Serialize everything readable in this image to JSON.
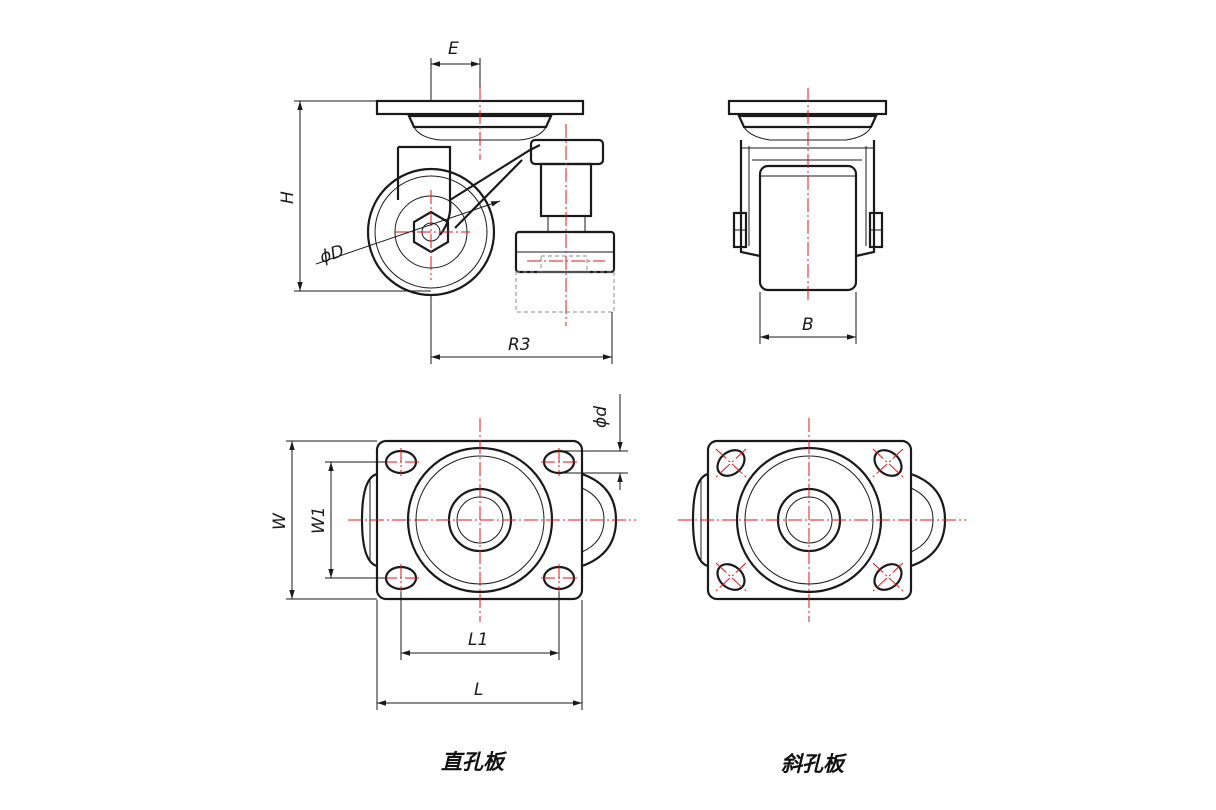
{
  "dimensions": {
    "E": "E",
    "H": "H",
    "D": "ϕD",
    "R3": "R3",
    "B": "B",
    "d": "ϕd",
    "W": "W",
    "W1": "W1",
    "L1": "L1",
    "L": "L"
  },
  "captions": {
    "straight": "直孔板",
    "oblique": "斜孔板"
  }
}
